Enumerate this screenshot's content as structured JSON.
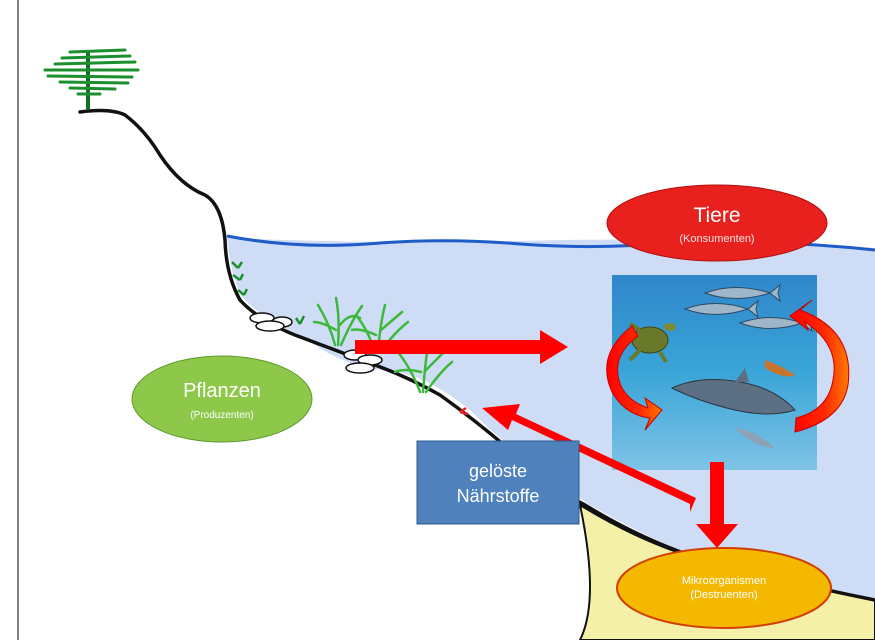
{
  "labels": {
    "plants": {
      "title": "Pflanzen",
      "subtitle": "(Produzenten)"
    },
    "animals": {
      "title": "Tiere",
      "subtitle": "(Konsumenten)"
    },
    "microbes": {
      "title": "Mikroorganismen",
      "subtitle": "(Destruenten)"
    },
    "nutrients": {
      "line1": "gelöste",
      "line2": "Nährstoffe"
    }
  },
  "colors": {
    "water": "#cfdcf5",
    "water_line": "#1f5cc8",
    "plants_ellipse": "#8ec84a",
    "animals_ellipse": "#e8211e",
    "microbes_ellipse": "#f5b800",
    "nutrients_box": "#4f81bd",
    "arrow": "#ff0000",
    "sand": "#f4f0a8",
    "shore": "#111111",
    "seagrass": "#3cb93c",
    "tree": "#1a8f2c"
  },
  "icons": [
    "tree-icon",
    "seagrass-icon",
    "fish-icon",
    "turtle-icon",
    "dolphin-icon"
  ]
}
